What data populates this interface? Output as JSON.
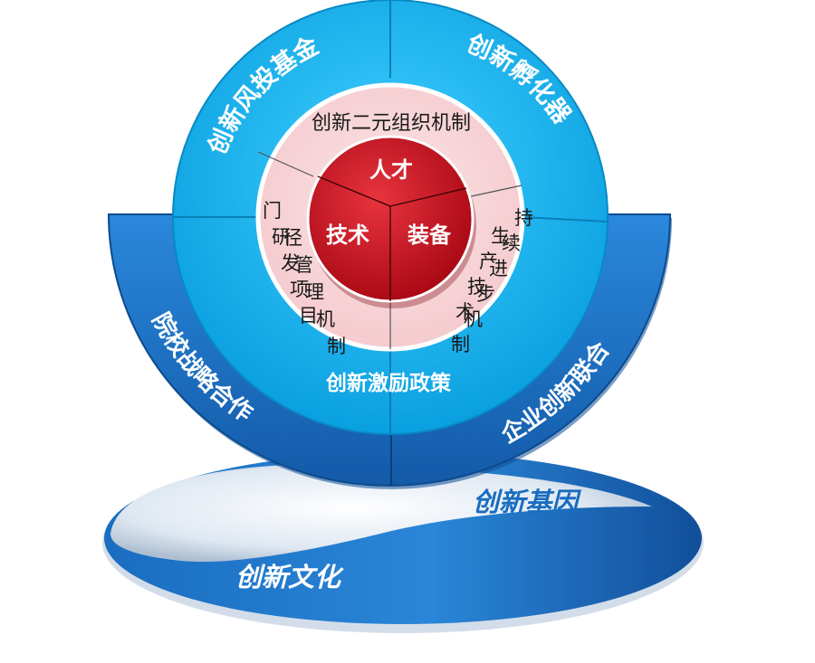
{
  "outer_ring": {
    "top_left": "创新风投基金",
    "top_right": "创新孵化器",
    "lower_left": "院校战略合作",
    "lower_right": "企业创新联合"
  },
  "policy_label": "创新激励政策",
  "middle_ring": {
    "top": "创新二元组织机制",
    "left_col1": "门研发项目",
    "left_col2": "径管理机制",
    "right_col1": "持续进步机制",
    "right_col2": "生产技术"
  },
  "core": {
    "top": "人才",
    "left": "技术",
    "right": "装备"
  },
  "base": {
    "upper": "创新基因",
    "lower": "创新文化"
  },
  "colors": {
    "ring_blue": "#0fb6f0",
    "saucer_blue": "#1f6fc4",
    "pink": "#f8d6d8",
    "core_red": "#c8101e",
    "base_blue": "#1a6dc0"
  }
}
